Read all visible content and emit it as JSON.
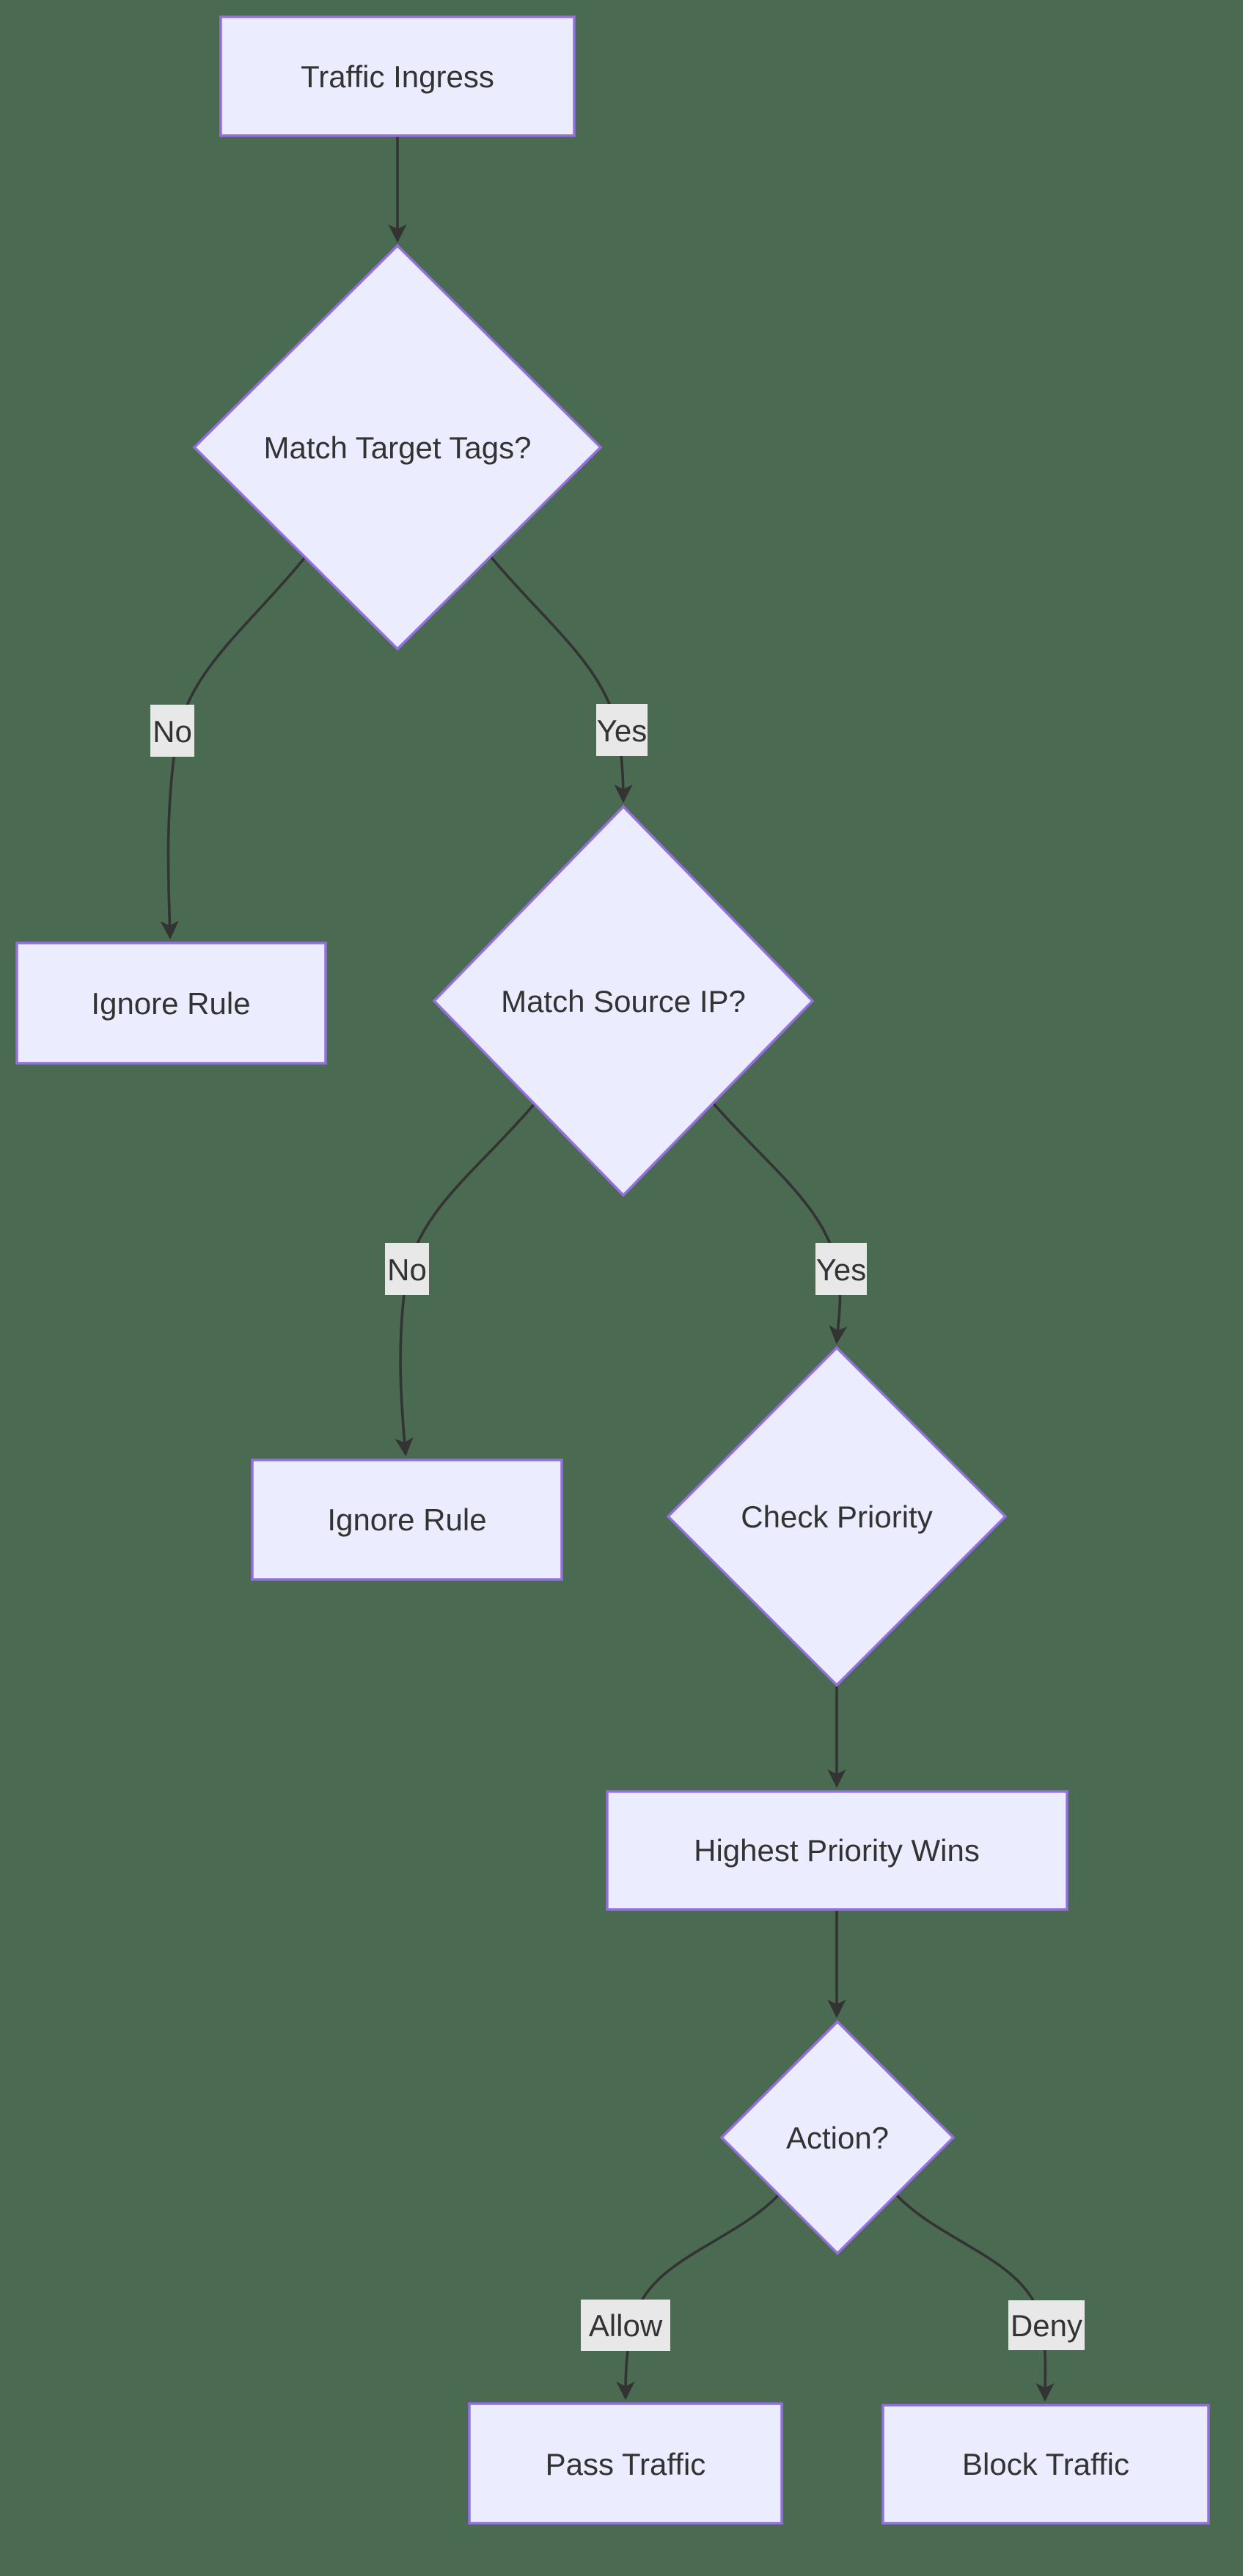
{
  "diagram_type": "flowchart",
  "theme": {
    "background": "#4A6A52",
    "node_fill": "#ECECFF",
    "node_border": "#9370DB",
    "edge_color": "#333333",
    "label_background": "#E8E8E8",
    "text_color": "#333333"
  },
  "nodes": [
    {
      "id": "traffic-ingress",
      "shape": "rect",
      "label": "Traffic Ingress"
    },
    {
      "id": "match-target-tags",
      "shape": "diamond",
      "label": "Match Target Tags?"
    },
    {
      "id": "ignore-rule-1",
      "shape": "rect",
      "label": "Ignore Rule"
    },
    {
      "id": "match-source-ip",
      "shape": "diamond",
      "label": "Match Source IP?"
    },
    {
      "id": "ignore-rule-2",
      "shape": "rect",
      "label": "Ignore Rule"
    },
    {
      "id": "check-priority",
      "shape": "diamond",
      "label": "Check Priority"
    },
    {
      "id": "highest-priority-wins",
      "shape": "rect",
      "label": "Highest Priority Wins"
    },
    {
      "id": "action",
      "shape": "diamond",
      "label": "Action?"
    },
    {
      "id": "pass-traffic",
      "shape": "rect",
      "label": "Pass Traffic"
    },
    {
      "id": "block-traffic",
      "shape": "rect",
      "label": "Block Traffic"
    }
  ],
  "edges": [
    {
      "from": "traffic-ingress",
      "to": "match-target-tags",
      "label": ""
    },
    {
      "from": "match-target-tags",
      "to": "ignore-rule-1",
      "label": "No"
    },
    {
      "from": "match-target-tags",
      "to": "match-source-ip",
      "label": "Yes"
    },
    {
      "from": "match-source-ip",
      "to": "ignore-rule-2",
      "label": "No"
    },
    {
      "from": "match-source-ip",
      "to": "check-priority",
      "label": "Yes"
    },
    {
      "from": "check-priority",
      "to": "highest-priority-wins",
      "label": ""
    },
    {
      "from": "highest-priority-wins",
      "to": "action",
      "label": ""
    },
    {
      "from": "action",
      "to": "pass-traffic",
      "label": "Allow"
    },
    {
      "from": "action",
      "to": "block-traffic",
      "label": "Deny"
    }
  ]
}
